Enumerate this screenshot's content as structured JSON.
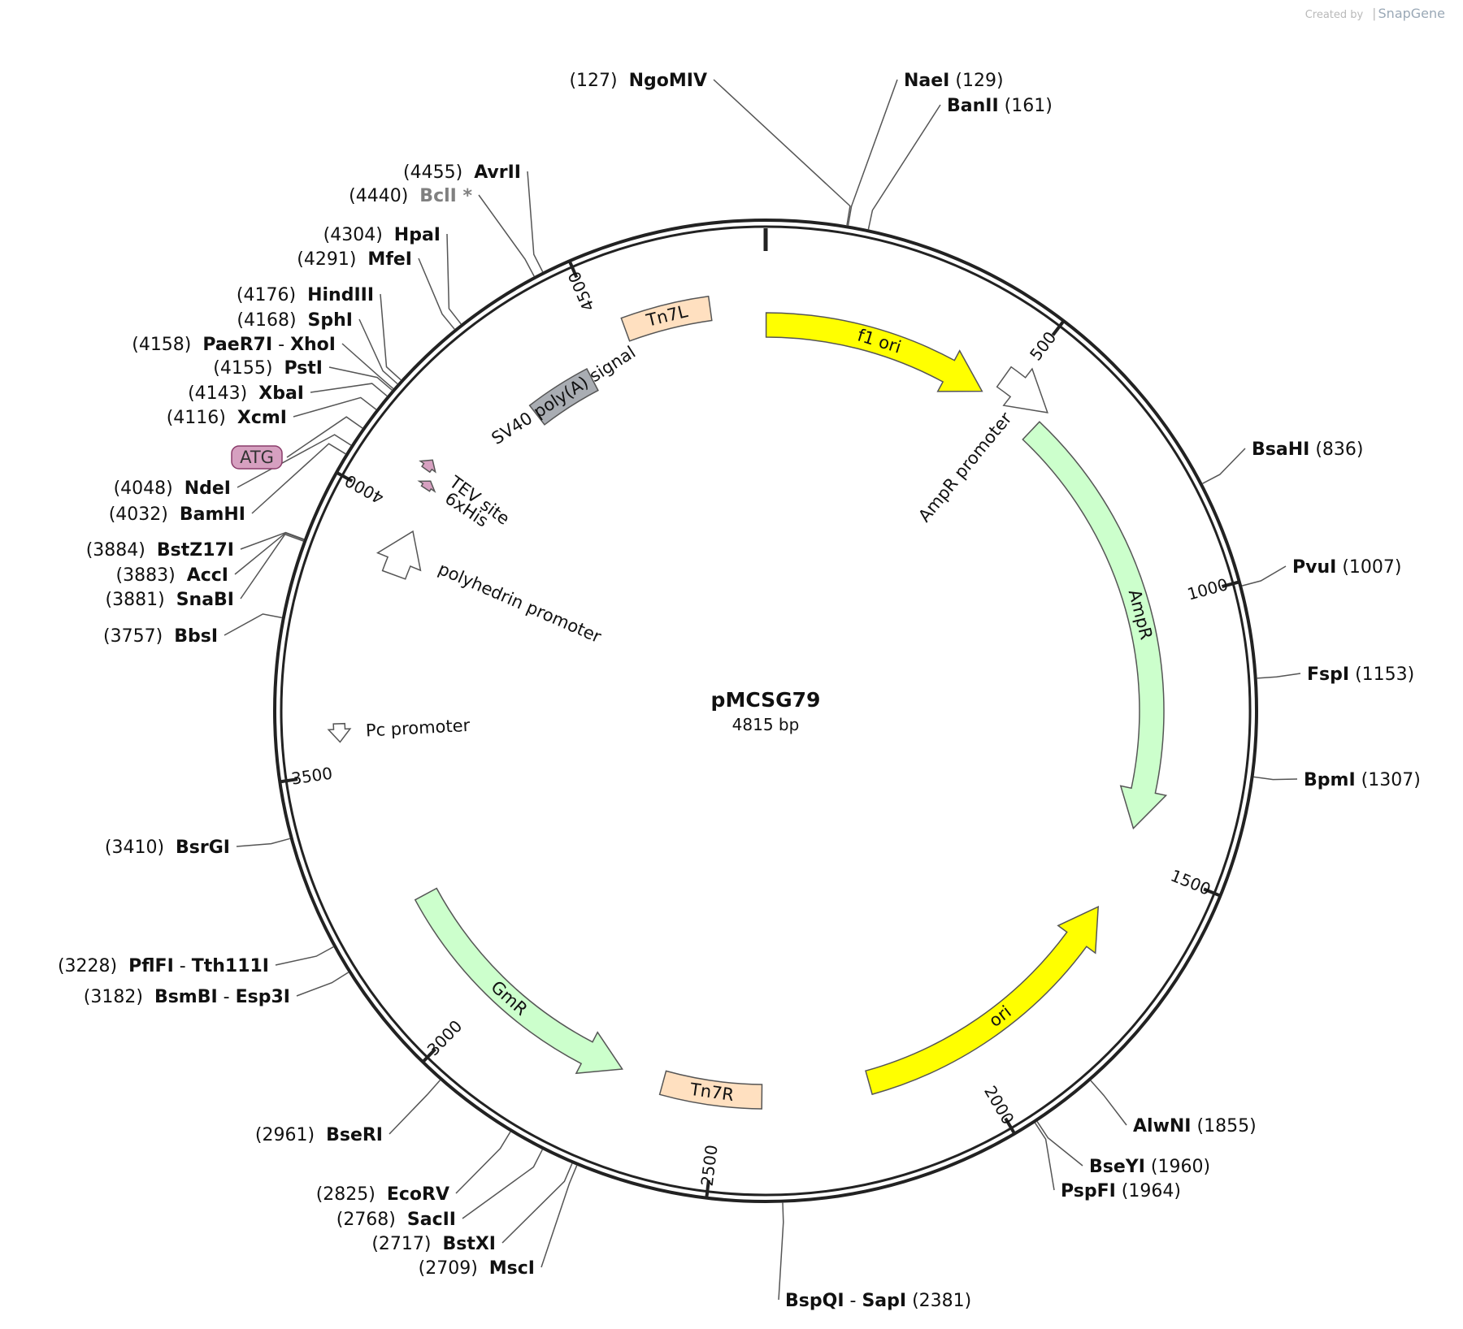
{
  "header": {
    "created_by": "Created by",
    "brand": "SnapGene"
  },
  "plasmid": {
    "name": "pMCSG79",
    "size_label": "4815 bp",
    "length": 4815
  },
  "ticks": [
    "500",
    "1000",
    "1500",
    "2000",
    "2500",
    "3000",
    "3500",
    "4000",
    "4500"
  ],
  "colors": {
    "backbone": "#222222",
    "yellow": "#ffff00",
    "green": "#ccffcc",
    "orange": "#ffe0c0",
    "gray": "#a9adb3",
    "pink": "#d6a0c0",
    "white": "#ffffff",
    "leader": "#555555",
    "muted": "#808080"
  },
  "features": [
    {
      "name": "f1 ori",
      "shape": "arrow",
      "dir": 1,
      "start": 1,
      "end": 456,
      "color": "yellow"
    },
    {
      "name": "AmpR promoter",
      "shape": "arrow",
      "dir": 1,
      "start": 475,
      "end": 580,
      "color": "white"
    },
    {
      "name": "AmpR",
      "shape": "arrow",
      "dir": 1,
      "start": 581,
      "end": 1441,
      "color": "green"
    },
    {
      "name": "ori",
      "shape": "arrow",
      "dir": -1,
      "start": 1612,
      "end": 2200,
      "color": "yellow"
    },
    {
      "name": "Tn7R",
      "shape": "box",
      "start": 2415,
      "end": 2614,
      "color": "orange"
    },
    {
      "name": "GmR",
      "shape": "arrow",
      "dir": -1,
      "start": 2699,
      "end": 3232,
      "color": "green"
    },
    {
      "name": "Pc promoter",
      "shape": "arrow",
      "dir": -1,
      "start": 3555,
      "end": 3588,
      "color": "white"
    },
    {
      "name": "polyhedrin promoter",
      "shape": "arrow",
      "dir": 1,
      "start": 3880,
      "end": 3972,
      "color": "white"
    },
    {
      "name": "6xHis",
      "shape": "arrow",
      "dir": 1,
      "start": 4055,
      "end": 4072,
      "color": "pink"
    },
    {
      "name": "TEV site",
      "shape": "arrow",
      "dir": 1,
      "start": 4085,
      "end": 4106,
      "color": "pink"
    },
    {
      "name": "SV40 poly(A) signal",
      "shape": "box",
      "start": 4311,
      "end": 4446,
      "color": "gray"
    },
    {
      "name": "Tn7L",
      "shape": "box",
      "start": 4545,
      "end": 4710,
      "color": "orange"
    }
  ],
  "sites": [
    {
      "name": "NgoMIV",
      "pos": "(127)"
    },
    {
      "name": "NaeI",
      "pos": "(129)"
    },
    {
      "name": "BanII",
      "pos": "(161)"
    },
    {
      "name": "BsaHI",
      "pos": "(836)"
    },
    {
      "name": "PvuI",
      "pos": "(1007)"
    },
    {
      "name": "FspI",
      "pos": "(1153)"
    },
    {
      "name": "BpmI",
      "pos": "(1307)"
    },
    {
      "name": "AlwNI",
      "pos": "(1855)"
    },
    {
      "name": "BseYI",
      "pos": "(1960)"
    },
    {
      "name": "PspFI",
      "pos": "(1964)"
    },
    {
      "name": "BspQI",
      "name2": "SapI",
      "pos": "(2381)"
    },
    {
      "name": "MscI",
      "pos": "(2709)"
    },
    {
      "name": "BstXI",
      "pos": "(2717)"
    },
    {
      "name": "SacII",
      "pos": "(2768)"
    },
    {
      "name": "EcoRV",
      "pos": "(2825)"
    },
    {
      "name": "BseRI",
      "pos": "(2961)"
    },
    {
      "name": "BsmBI",
      "name2": "Esp3I",
      "pos": "(3182)"
    },
    {
      "name": "PflFI",
      "name2": "Tth111I",
      "pos": "(3228)"
    },
    {
      "name": "BsrGI",
      "pos": "(3410)"
    },
    {
      "name": "BbsI",
      "pos": "(3757)"
    },
    {
      "name": "SnaBI",
      "pos": "(3881)"
    },
    {
      "name": "AccI",
      "pos": "(3883)"
    },
    {
      "name": "BstZ17I",
      "pos": "(3884)"
    },
    {
      "name": "BamHI",
      "pos": "(4032)"
    },
    {
      "name": "NdeI",
      "pos": "(4048)"
    },
    {
      "name": "ATG",
      "pos": ""
    },
    {
      "name": "XcmI",
      "pos": "(4116)"
    },
    {
      "name": "XbaI",
      "pos": "(4143)"
    },
    {
      "name": "PstI",
      "pos": "(4155)"
    },
    {
      "name": "PaeR7I",
      "name2": "XhoI",
      "pos": "(4158)"
    },
    {
      "name": "SphI",
      "pos": "(4168)"
    },
    {
      "name": "HindIII",
      "pos": "(4176)"
    },
    {
      "name": "MfeI",
      "pos": "(4291)"
    },
    {
      "name": "HpaI",
      "pos": "(4304)"
    },
    {
      "name": "BclI *",
      "pos": "(4440)",
      "muted": true
    },
    {
      "name": "AvrII",
      "pos": "(4455)"
    }
  ]
}
